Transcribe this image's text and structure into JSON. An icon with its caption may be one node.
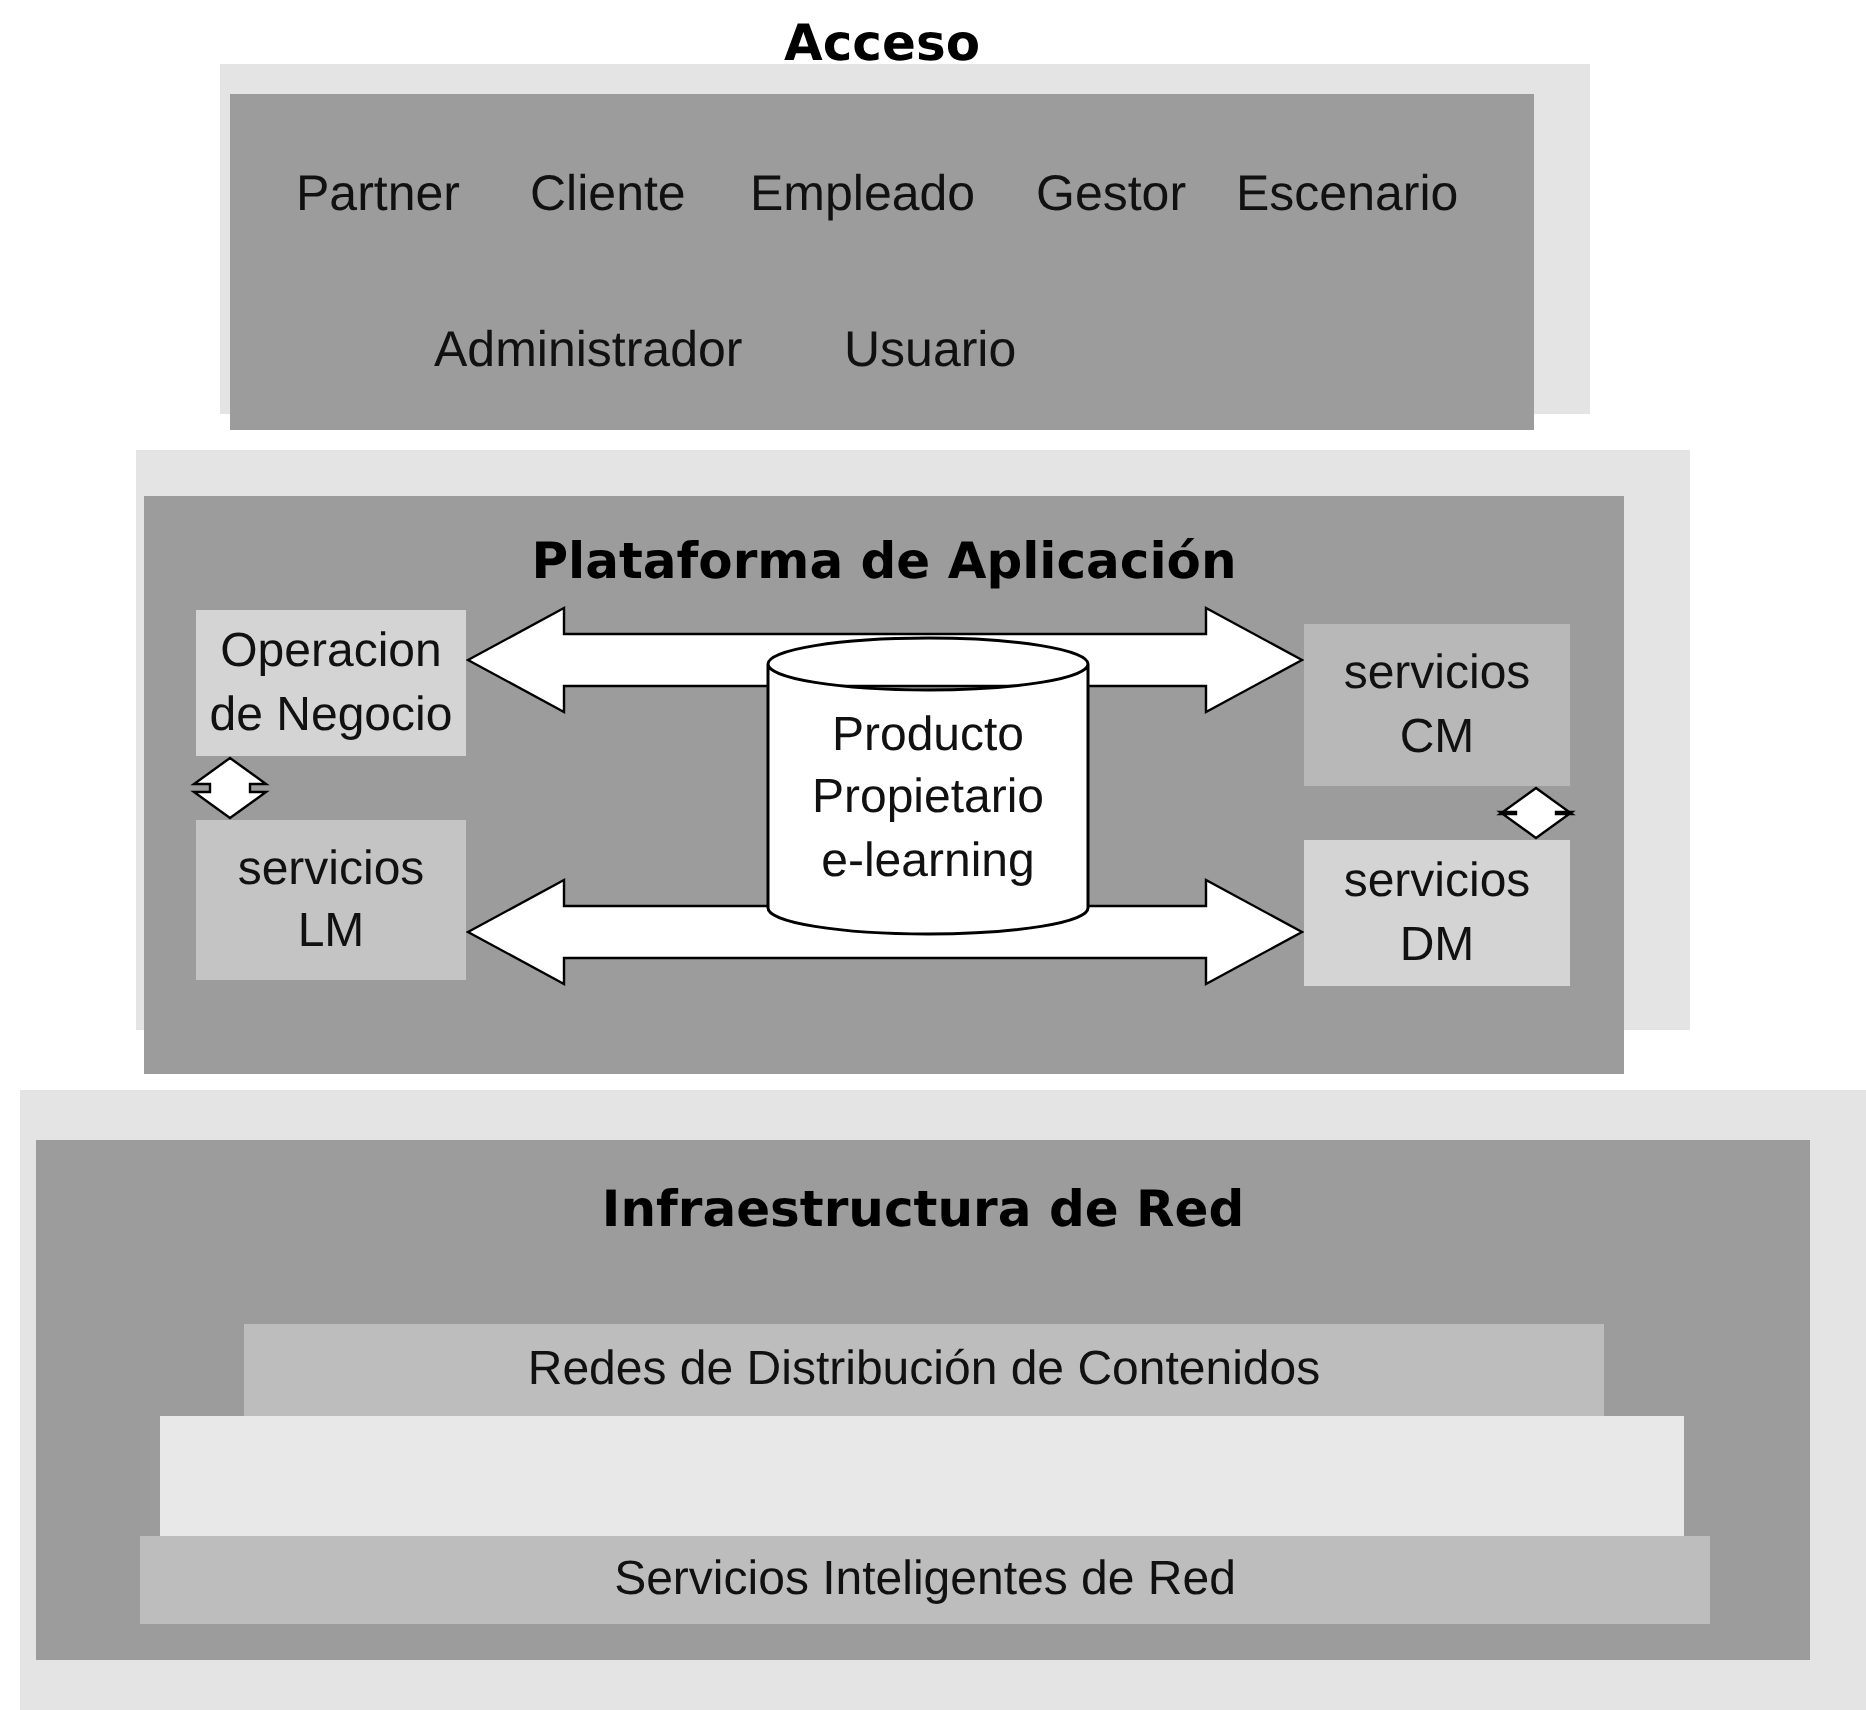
{
  "diagram": {
    "nodes": [
      {
        "text": [
          "Acceso",
          "Partner",
          "Cliente",
          "Empleado",
          "Gestor",
          "Escenario",
          "Administrador",
          "Usuario"
        ]
      },
      {
        "text": [
          "Plataforma de Aplicación"
        ]
      },
      {
        "text": [
          "Operacion de Negocio"
        ],
        "in": 1
      },
      {
        "text": [
          "servicios LM"
        ],
        "in": 1
      },
      {
        "text": [
          "Producto Propietario e-learning"
        ],
        "in": 1
      },
      {
        "text": [
          "servicios CM"
        ],
        "in": 1
      },
      {
        "text": [
          "servicios DM"
        ],
        "in": 1
      },
      {
        "text": [
          "Infraestructura de Red"
        ]
      },
      {
        "text": [
          "Redes de Distribución de Contenidos"
        ],
        "in": 7
      },
      {
        "text": [],
        "shape": "bar",
        "in": 7
      },
      {
        "text": [
          "Servicios Inteligentes de Red"
        ],
        "in": 7
      }
    ],
    "edges": [
      {
        "from": 2,
        "to": 5,
        "arrow": "both"
      },
      {
        "from": 3,
        "to": 6,
        "arrow": "both"
      },
      {
        "from": 2,
        "to": 3,
        "arrow": "both"
      },
      {
        "from": 5,
        "to": 6,
        "arrow": "both"
      }
    ]
  }
}
